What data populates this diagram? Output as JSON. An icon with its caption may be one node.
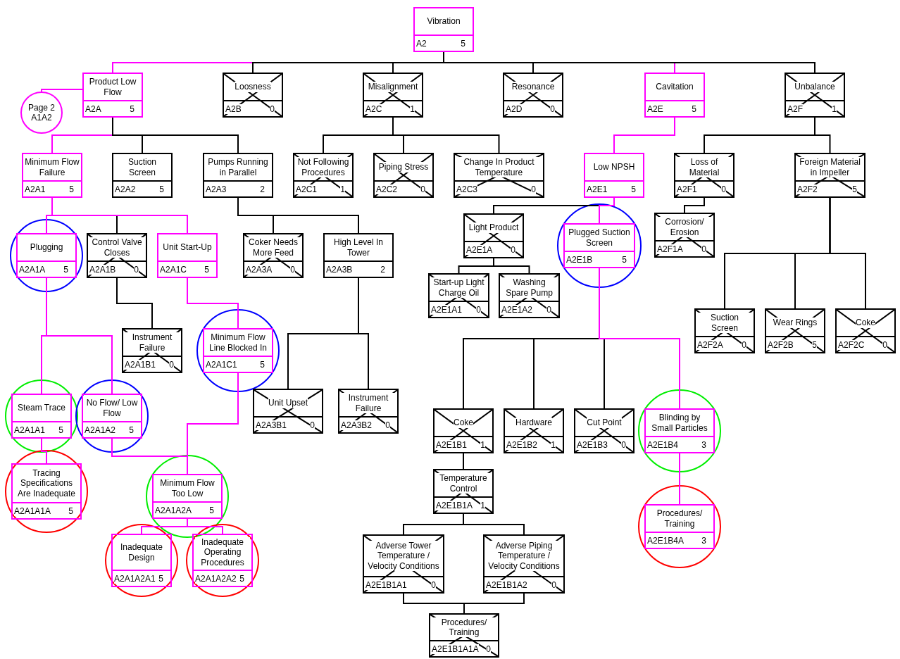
{
  "diagram": {
    "nodes": [
      {
        "text": [
          "Vibration",
          "A2",
          "5"
        ]
      },
      {
        "text": [
          "Page 2 A1A2"
        ]
      },
      {
        "text": [
          "Product Low Flow",
          "A2A",
          "5"
        ]
      },
      {
        "text": [
          "Loosness",
          "A2B",
          "0"
        ]
      },
      {
        "text": [
          "Misalignment",
          "A2C",
          "1"
        ]
      },
      {
        "text": [
          "Resonance",
          "A2D",
          "0"
        ]
      },
      {
        "text": [
          "Cavitation",
          "A2E",
          "5"
        ]
      },
      {
        "text": [
          "Unbalance",
          "A2F",
          "1"
        ]
      },
      {
        "text": [
          "Minimum Flow Failure",
          "A2A1",
          "5"
        ]
      },
      {
        "text": [
          "Suction Screen",
          "A2A2",
          "5"
        ]
      },
      {
        "text": [
          "Pumps Running in Parallel",
          "A2A3",
          "2"
        ]
      },
      {
        "text": [
          "Not Following Procedures",
          "A2C1",
          "1"
        ]
      },
      {
        "text": [
          "Piping Stress",
          "A2C2",
          "0"
        ]
      },
      {
        "text": [
          "Change In Product Temperature",
          "A2C3",
          "0"
        ]
      },
      {
        "text": [
          "Low NPSH",
          "A2E1",
          "5"
        ]
      },
      {
        "text": [
          "Loss of Material",
          "A2F1",
          "0"
        ]
      },
      {
        "text": [
          "Foreign Material in Impeller",
          "A2F2",
          "5"
        ]
      },
      {
        "text": [
          "Plugging",
          "A2A1A",
          "5"
        ]
      },
      {
        "text": [
          "Control Valve Closes",
          "A2A1B",
          "0"
        ]
      },
      {
        "text": [
          "Unit Start-Up",
          "A2A1C",
          "5"
        ]
      },
      {
        "text": [
          "Coker Needs More Feed",
          "A2A3A",
          "0"
        ]
      },
      {
        "text": [
          "High Level In Tower",
          "A2A3B",
          "2"
        ]
      },
      {
        "text": [
          "Light Product",
          "A2E1A",
          "0"
        ]
      },
      {
        "text": [
          "Plugged Suction Screen",
          "A2E1B",
          "5"
        ]
      },
      {
        "text": [
          "Corrosion/ Erosion",
          "A2F1A",
          "0"
        ]
      },
      {
        "text": [
          "Start-up Light Charge Oil",
          "A2E1A1",
          "0"
        ]
      },
      {
        "text": [
          "Washing Spare Pump",
          "A2E1A2",
          "0"
        ]
      },
      {
        "text": [
          "Instrument Failure",
          "A2A1B1",
          "0"
        ]
      },
      {
        "text": [
          "Minimum Flow Line Blocked In",
          "A2A1C1",
          "5"
        ]
      },
      {
        "text": [
          "Suction Screen",
          "A2F2A",
          "0"
        ]
      },
      {
        "text": [
          "Wear Rings",
          "A2F2B",
          "5"
        ]
      },
      {
        "text": [
          "Coke",
          "A2F2C",
          "0"
        ]
      },
      {
        "text": [
          "Steam Trace",
          "A2A1A1",
          "5"
        ]
      },
      {
        "text": [
          "No Flow/ Low Flow",
          "A2A1A2",
          "5"
        ]
      },
      {
        "text": [
          "Unit Upset",
          "A2A3B1",
          "0"
        ]
      },
      {
        "text": [
          "Instrument Failure",
          "A2A3B2",
          "0"
        ]
      },
      {
        "text": [
          "Coke",
          "A2E1B1",
          "1"
        ]
      },
      {
        "text": [
          "Hardware",
          "A2E1B2",
          "1"
        ]
      },
      {
        "text": [
          "Cut Point",
          "A2E1B3",
          "0"
        ]
      },
      {
        "text": [
          "Blinding by Small Particles",
          "A2E1B4",
          "3"
        ]
      },
      {
        "text": [
          "Tracing Specifications Are Inadequate",
          "A2A1A1A",
          "5"
        ]
      },
      {
        "text": [
          "Minimum Flow Too Low",
          "A2A1A2A",
          "5"
        ]
      },
      {
        "text": [
          "Temperature Control",
          "A2E1B1A",
          "1"
        ]
      },
      {
        "text": [
          "Procedures/ Training",
          "A2E1B4A",
          "3"
        ]
      },
      {
        "text": [
          "Inadequate Design",
          "A2A1A2A1",
          "5"
        ]
      },
      {
        "text": [
          "Inadequate Operating Procedures",
          "A2A1A2A2",
          "5"
        ]
      },
      {
        "text": [
          "Adverse Tower Temperature / Velocity Conditions",
          "A2E1B1A1",
          "0"
        ]
      },
      {
        "text": [
          "Adverse Piping Temperature / Velocity Conditions",
          "A2E1B1A2",
          "0"
        ]
      },
      {
        "text": [
          "Procedures/ Training",
          "A2E1B1A1A",
          "0"
        ]
      }
    ],
    "edges": [
      {
        "from": 2,
        "to": 1,
        "arrow": "none",
        "color": "#ff00ff"
      },
      {
        "from": 0,
        "to": 2,
        "arrow": "none",
        "color": "#ff00ff"
      },
      {
        "from": 0,
        "to": 3,
        "arrow": "none"
      },
      {
        "from": 0,
        "to": 4,
        "arrow": "none"
      },
      {
        "from": 0,
        "to": 5,
        "arrow": "none"
      },
      {
        "from": 0,
        "to": 6,
        "arrow": "none",
        "color": "#ff00ff"
      },
      {
        "from": 0,
        "to": 7,
        "arrow": "none"
      },
      {
        "from": 2,
        "to": 8,
        "arrow": "none",
        "color": "#ff00ff"
      },
      {
        "from": 2,
        "to": 9,
        "arrow": "none"
      },
      {
        "from": 2,
        "to": 10,
        "arrow": "none"
      },
      {
        "from": 4,
        "to": 11,
        "arrow": "none"
      },
      {
        "from": 4,
        "to": 12,
        "arrow": "none"
      },
      {
        "from": 4,
        "to": 13,
        "arrow": "none"
      },
      {
        "from": 6,
        "to": 14,
        "arrow": "none",
        "color": "#ff00ff"
      },
      {
        "from": 7,
        "to": 15,
        "arrow": "none"
      },
      {
        "from": 7,
        "to": 16,
        "arrow": "none"
      },
      {
        "from": 8,
        "to": 17,
        "arrow": "none",
        "color": "#ff00ff"
      },
      {
        "from": 8,
        "to": 18,
        "arrow": "none"
      },
      {
        "from": 8,
        "to": 19,
        "arrow": "none",
        "color": "#ff00ff"
      },
      {
        "from": 10,
        "to": 20,
        "arrow": "none"
      },
      {
        "from": 10,
        "to": 21,
        "arrow": "none"
      },
      {
        "from": 14,
        "to": 22,
        "arrow": "none"
      },
      {
        "from": 14,
        "to": 23,
        "arrow": "none",
        "color": "#ff00ff"
      },
      {
        "from": 15,
        "to": 24,
        "arrow": "none"
      },
      {
        "from": 22,
        "to": 25,
        "arrow": "none"
      },
      {
        "from": 22,
        "to": 26,
        "arrow": "none"
      },
      {
        "from": 18,
        "to": 27,
        "arrow": "none"
      },
      {
        "from": 19,
        "to": 28,
        "arrow": "none",
        "color": "#ff00ff"
      },
      {
        "from": 16,
        "to": 29,
        "arrow": "none"
      },
      {
        "from": 16,
        "to": 30,
        "arrow": "none"
      },
      {
        "from": 16,
        "to": 31,
        "arrow": "none"
      },
      {
        "from": 17,
        "to": 32,
        "arrow": "none",
        "color": "#ff00ff"
      },
      {
        "from": 17,
        "to": 33,
        "arrow": "none",
        "color": "#ff00ff"
      },
      {
        "from": 21,
        "to": 34,
        "arrow": "none"
      },
      {
        "from": 21,
        "to": 35,
        "arrow": "none"
      },
      {
        "from": 23,
        "to": 36,
        "arrow": "none"
      },
      {
        "from": 23,
        "to": 37,
        "arrow": "none"
      },
      {
        "from": 23,
        "to": 38,
        "arrow": "none"
      },
      {
        "from": 23,
        "to": 39,
        "arrow": "none",
        "color": "#ff00ff"
      },
      {
        "from": 32,
        "to": 40,
        "arrow": "none",
        "color": "#ff00ff"
      },
      {
        "from": 33,
        "to": 41,
        "arrow": "none",
        "color": "#ff00ff"
      },
      {
        "from": 28,
        "to": 41,
        "arrow": "none",
        "color": "#ff00ff"
      },
      {
        "from": 36,
        "to": 42,
        "arrow": "none"
      },
      {
        "from": 39,
        "to": 43,
        "arrow": "none",
        "color": "#ff00ff"
      },
      {
        "from": 41,
        "to": 44,
        "arrow": "none",
        "color": "#ff00ff"
      },
      {
        "from": 41,
        "to": 45,
        "arrow": "none",
        "color": "#ff00ff"
      },
      {
        "from": 42,
        "to": 46,
        "arrow": "none"
      },
      {
        "from": 42,
        "to": 47,
        "arrow": "none"
      },
      {
        "from": 46,
        "to": 48,
        "arrow": "none"
      },
      {
        "from": 47,
        "to": 48,
        "arrow": "none"
      }
    ]
  }
}
